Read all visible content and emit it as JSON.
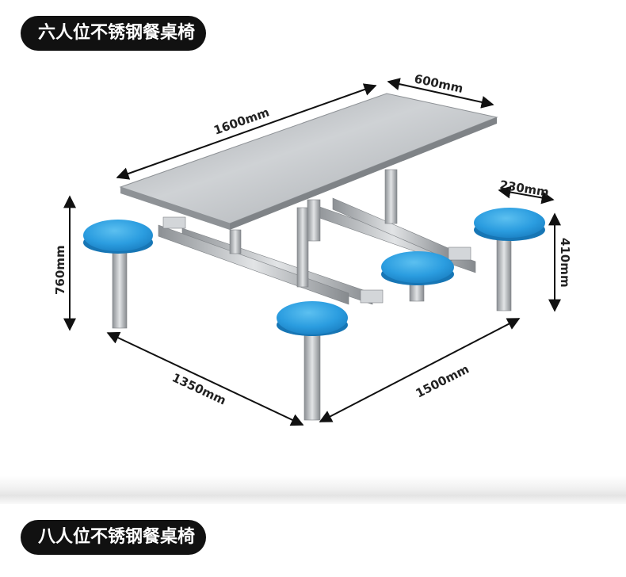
{
  "titles": {
    "top": "六人位不锈钢餐桌椅",
    "bottom": "八人位不锈钢餐桌椅"
  },
  "dimensions": {
    "table_length": "1600mm",
    "table_width": "600mm",
    "seat_diameter": "230mm",
    "total_height": "760mm",
    "seat_height": "410mm",
    "frame_depth": "1350mm",
    "frame_length": "1500mm"
  },
  "colors": {
    "seat_blue": "#2f9fe0",
    "steel": "#b9bcbf",
    "pill_background": "#111111"
  }
}
